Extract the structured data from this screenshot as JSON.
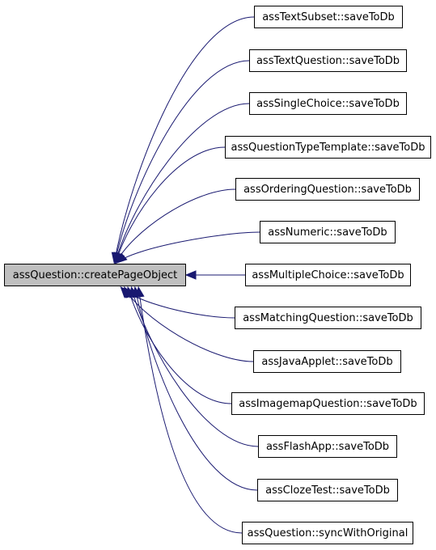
{
  "graph": {
    "focus": "assQuestion::createPageObject",
    "callers": [
      "assTextSubset::saveToDb",
      "assTextQuestion::saveToDb",
      "assSingleChoice::saveToDb",
      "assQuestionTypeTemplate::saveToDb",
      "assOrderingQuestion::saveToDb",
      "assNumeric::saveToDb",
      "assMultipleChoice::saveToDb",
      "assMatchingQuestion::saveToDb",
      "assJavaApplet::saveToDb",
      "assImagemapQuestion::saveToDb",
      "assFlashApp::saveToDb",
      "assClozeTest::saveToDb",
      "assQuestion::syncWithOriginal"
    ]
  },
  "colors": {
    "edge": "#191970",
    "focus_fill": "#bfbfbf",
    "node_fill": "#ffffff",
    "border": "#000000"
  }
}
